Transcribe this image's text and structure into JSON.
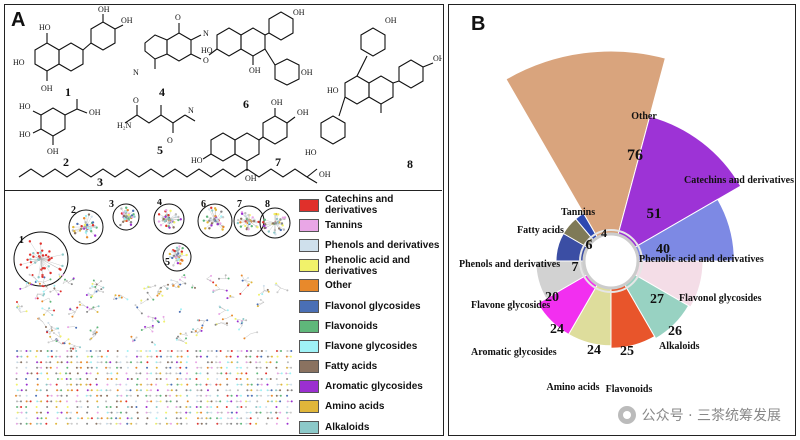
{
  "panel_a": {
    "letter": "A",
    "compound_numbers": [
      "1",
      "2",
      "3",
      "4",
      "5",
      "6",
      "7",
      "8"
    ],
    "cluster_numbers": [
      "1",
      "2",
      "3",
      "4",
      "5",
      "6",
      "7",
      "8"
    ],
    "legend": [
      {
        "label": "Catechins and derivatives",
        "color": "#e0302b"
      },
      {
        "label": "Tannins",
        "color": "#e9a6e6"
      },
      {
        "label": "Phenols and derivatives",
        "color": "#cfe0ec"
      },
      {
        "label": "Phenolic acid and derivatives",
        "color": "#f1f26a"
      },
      {
        "label": "Other",
        "color": "#e8892b"
      },
      {
        "label": "Flavonol glycosides",
        "color": "#4a6fb5"
      },
      {
        "label": "Flavonoids",
        "color": "#5fb77a"
      },
      {
        "label": "Flavone glycosides",
        "color": "#9ff2f6"
      },
      {
        "label": "Fatty acids",
        "color": "#8a7260"
      },
      {
        "label": "Aromatic glycosides",
        "color": "#9b2fd0"
      },
      {
        "label": "Amino acids",
        "color": "#e0b63a"
      },
      {
        "label": "Alkaloids",
        "color": "#8cc9c9"
      }
    ]
  },
  "panel_b": {
    "letter": "B"
  },
  "chart_data": {
    "type": "pie",
    "subtype": "polar-area (nightingale rose)",
    "title": "",
    "series": [
      {
        "name": "Other",
        "value": 76,
        "color": "#d9a47d"
      },
      {
        "name": "Catechins and derivatives",
        "value": 51,
        "color": "#9d33d6"
      },
      {
        "name": "Phenolic acid and derivatives",
        "value": 40,
        "color": "#7d89e4"
      },
      {
        "name": "Flavonol glycosides",
        "value": 27,
        "color": "#f4dde7"
      },
      {
        "name": "Alkaloids",
        "value": 26,
        "color": "#98d2c2"
      },
      {
        "name": "Flavonoids",
        "value": 25,
        "color": "#e8552b"
      },
      {
        "name": "Amino acids",
        "value": 24,
        "color": "#dedd9c"
      },
      {
        "name": "Aromatic glycosides",
        "value": 24,
        "color": "#f22ff0"
      },
      {
        "name": "Flavone glycosides",
        "value": 20,
        "color": "#d2d2d2"
      },
      {
        "name": "Phenols and derivatives",
        "value": 7,
        "color": "#3b4ea4"
      },
      {
        "name": "Fatty acids",
        "value": 6,
        "color": "#7f7a57"
      },
      {
        "name": "Tannins",
        "value": 4,
        "color": "#2e49b0"
      }
    ]
  },
  "watermark": {
    "text": "公众号 · 三茶统筹发展",
    "icon": "wechat-icon"
  }
}
